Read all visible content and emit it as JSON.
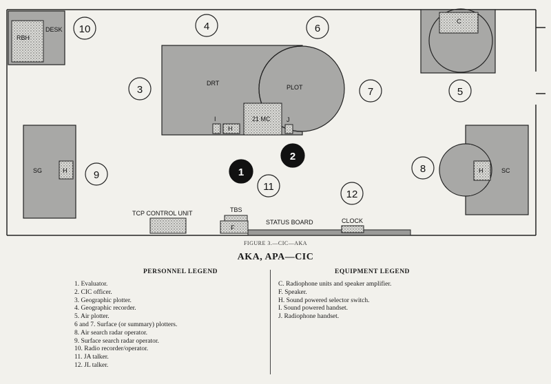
{
  "diagram": {
    "furniture": {
      "rbh": "RBH",
      "desk": "DESK",
      "c": "C",
      "drt": "DRT",
      "plot": "PLOT",
      "i": "I",
      "h": "H",
      "mc21": "21 MC",
      "j": "J",
      "sg": "SG",
      "sc": "SC",
      "tcp": "TCP CONTROL UNIT",
      "tbs": "TBS",
      "f": "F",
      "status": "STATUS BOARD",
      "clock": "CLOCK"
    },
    "stations": {
      "s1": "1",
      "s2": "2",
      "s3": "3",
      "s4": "4",
      "s5": "5",
      "s6": "6",
      "s7": "7",
      "s8": "8",
      "s9": "9",
      "s10": "10",
      "s11": "11",
      "s12": "12"
    }
  },
  "figure_caption": "FIGURE 3.—CIC—AKA",
  "title": "AKA, APA—CIC",
  "personnel_legend": {
    "heading": "PERSONNEL LEGEND",
    "items": [
      "1. Evaluator.",
      "2. CIC officer.",
      "3. Geographic plotter.",
      "4. Geographic recorder.",
      "5. Air plotter.",
      "6 and 7. Surface (or summary) plotters.",
      "8. Air search radar operator.",
      "9. Surface search radar operator.",
      "10. Radio recorder/operator.",
      "11. JA talker.",
      "12. JL talker."
    ]
  },
  "equipment_legend": {
    "heading": "EQUIPMENT LEGEND",
    "items": [
      "C. Radiophone units and speaker amplifier.",
      "F. Speaker.",
      "H. Sound powered selector switch.",
      "I. Sound powered handset.",
      "J. Radiophone handset."
    ]
  },
  "colors": {
    "gray": "#a9a9a9",
    "dotted": "#d6d6d2",
    "ink": "#1a1a1a"
  }
}
